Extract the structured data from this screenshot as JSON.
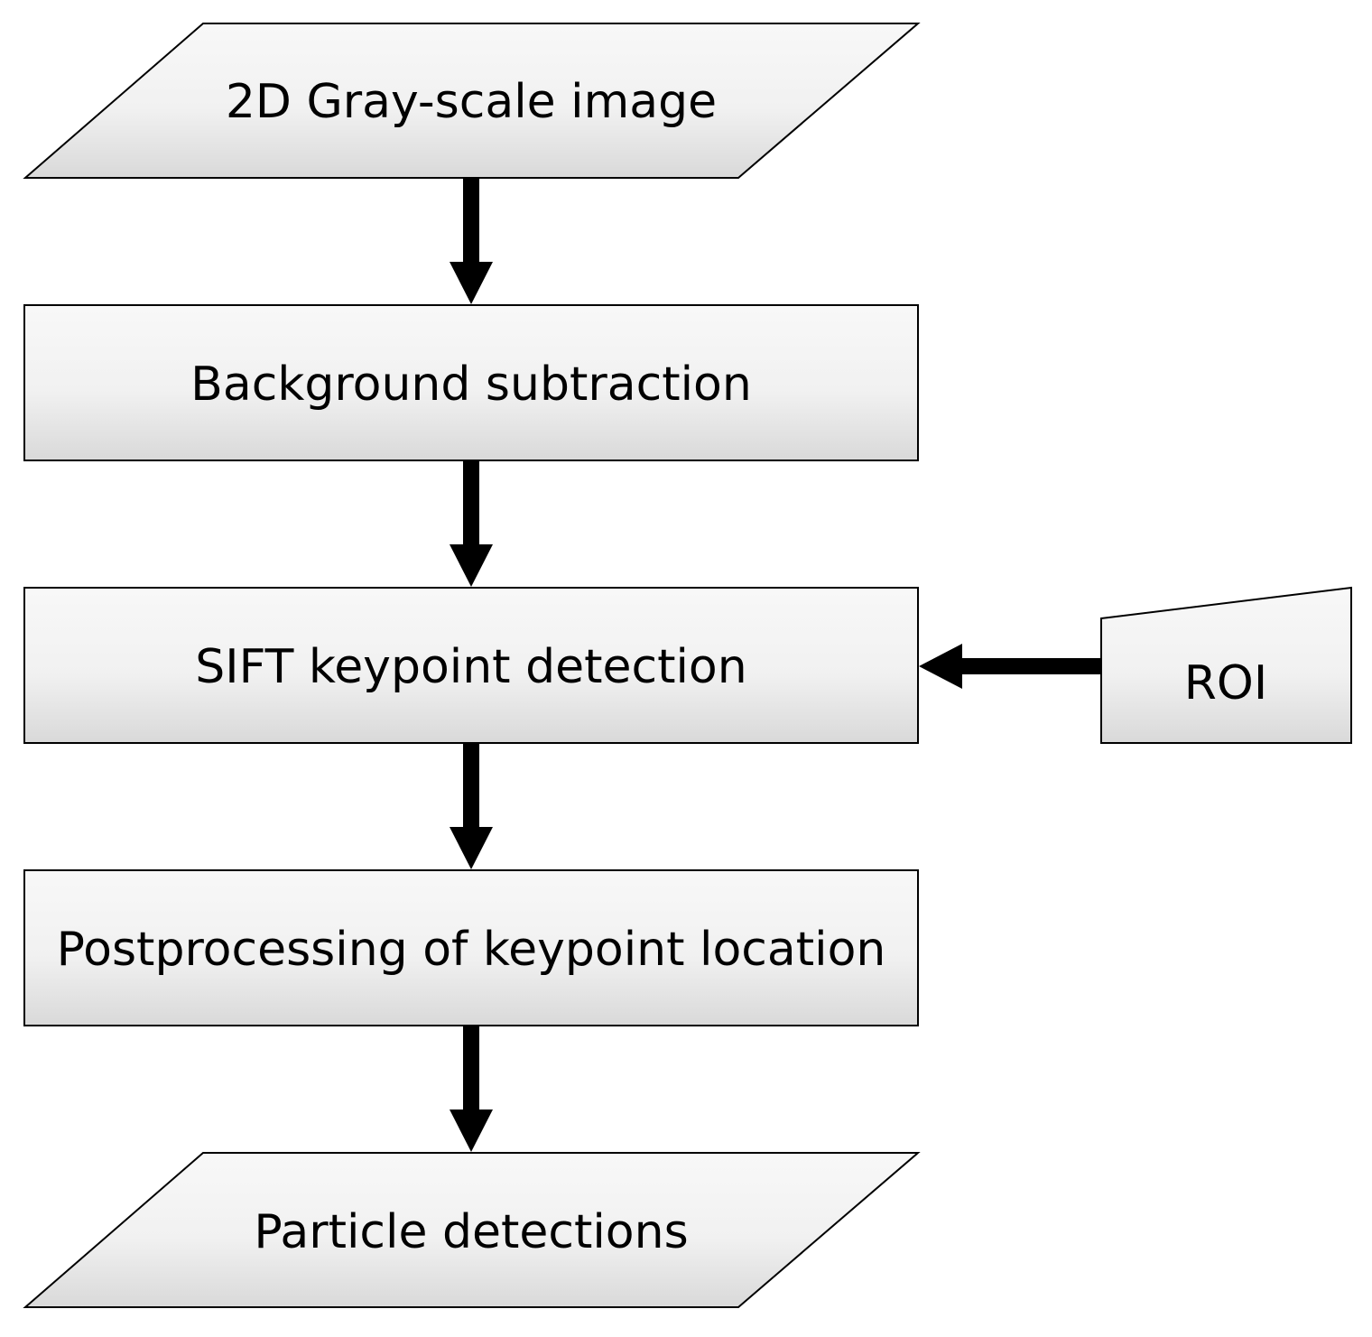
{
  "diagram": {
    "nodes": {
      "input": {
        "label": "2D Gray-scale image"
      },
      "background": {
        "label": "Background subtraction"
      },
      "sift": {
        "label": "SIFT keypoint detection"
      },
      "postprocess": {
        "label": "Postprocessing of keypoint location"
      },
      "output": {
        "label": "Particle detections"
      },
      "roi": {
        "label": "ROI"
      }
    },
    "colors": {
      "fill_top": "#f7f7f7",
      "fill_bottom": "#dcdcdc",
      "stroke": "#000000",
      "arrow": "#000000"
    }
  }
}
